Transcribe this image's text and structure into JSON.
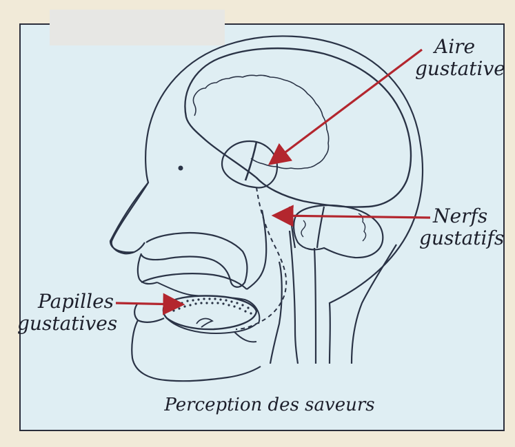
{
  "caption": "Perception des saveurs",
  "labels": {
    "aire_line1": "Aire",
    "aire_line2": "gustative",
    "nerfs_line1": "Nerfs",
    "nerfs_line2": "gustatifs",
    "papilles_line1": "Papilles",
    "papilles_line2": "gustatives"
  },
  "colors": {
    "frame_fill": "#dfeef3",
    "line": "#2a3346",
    "arrow": "#b3262e",
    "page": "#f1ead8"
  }
}
